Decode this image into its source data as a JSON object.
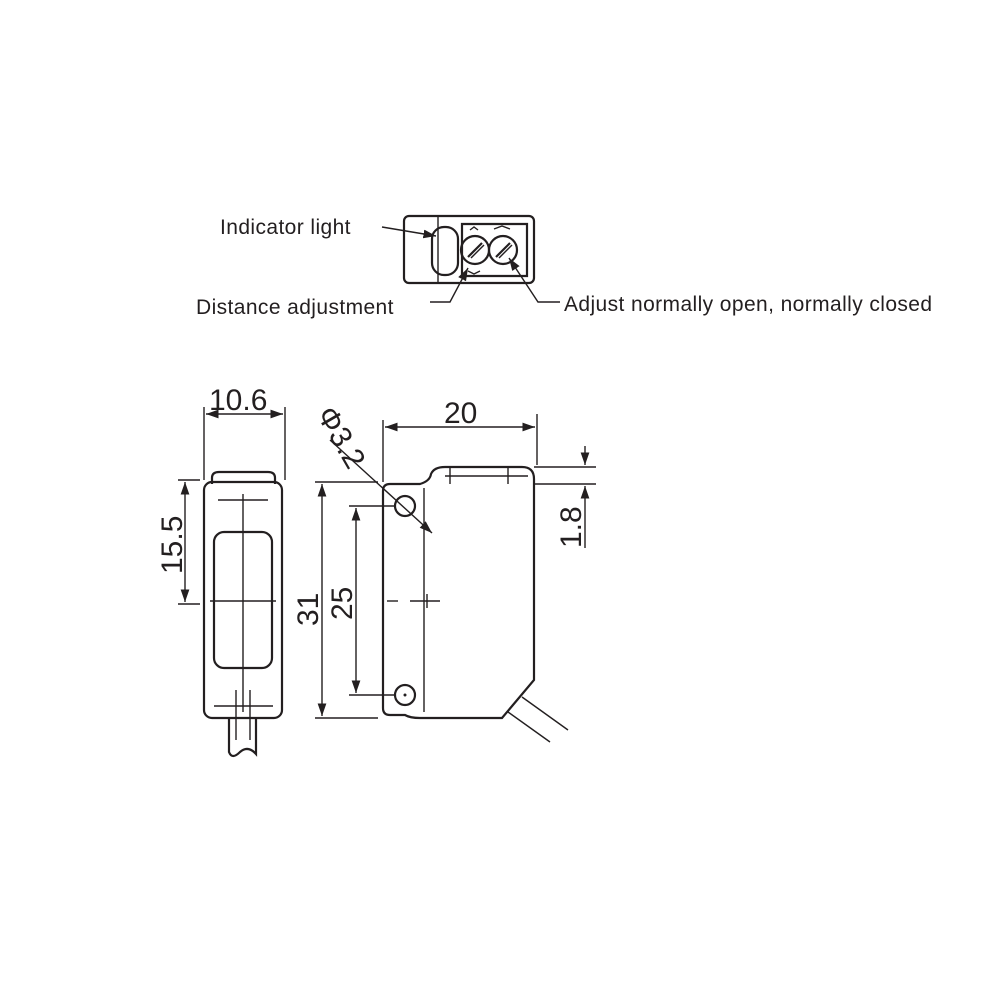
{
  "callouts": {
    "indicator_light": "Indicator light",
    "distance_adjustment": "Distance adjustment",
    "nc_no_adjust": "Adjust normally open, normally closed"
  },
  "dimensions": {
    "width": "10.6",
    "height_window": "15.5",
    "depth": "20",
    "hole_diameter": "Φ3.2",
    "height_total": "31",
    "hole_pitch": "25",
    "top_step": "1.8"
  }
}
